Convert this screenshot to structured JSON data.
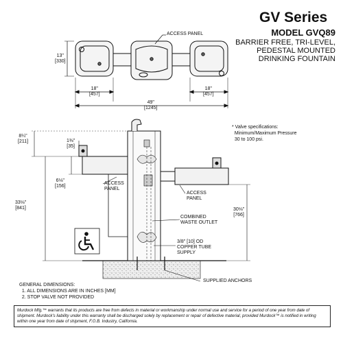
{
  "title": {
    "series": "GV Series",
    "model": "MODEL GVQ89",
    "description": "BARRIER FREE, TRI-LEVEL,\nPEDESTAL MOUNTED\nDRINKING FOUNTAIN"
  },
  "top_view": {
    "access_panel": "ACCESS PANEL",
    "height_dim": "13\"\n[330]",
    "left_width_dim": "18\"\n[457]",
    "right_width_dim": "18\"\n[457]",
    "overall_width_dim": "49\"\n[1245]"
  },
  "side_view": {
    "top_height_dim": "8¼\"\n[211]",
    "bubbler_dim": "1⅜\"\n[35]",
    "bowl_depth_dim": "6⅛\"\n[156]",
    "left_rim_height_dim": "33⅛\"\n[841]",
    "right_rim_height_dim": "30⅛\"\n[766]",
    "access_panel_left": "ACCESS\nPANEL",
    "access_panel_right": "ACCESS\nPANEL",
    "waste_outlet": "COMBINED\nWASTE OUTLET",
    "supply": "3/8\" [10] OD\nCOPPER TUBE\nSUPPLY",
    "anchors": "SUPPLIED ANCHORS"
  },
  "valve_note": "* Valve specifications:\n  Minimum/Maximum Pressure\n  30 to 100 psi.",
  "general_dimensions": "GENERAL DIMENSIONS:\n  1. ALL DIMENSIONS ARE IN INCHES [MM]\n  2. STOP VALVE NOT PROVIDED",
  "warranty": "Murdock Mfg.™ warrants that its products are free from defects in material or workmanship under normal use and service for a period of one year from date of shipment. Murdock's liability under this warranty shall be discharged solely by replacement or repair of defective material, provided Murdock™ is notified in writing within one year from date of shipment, F.O.B. Industry, California.",
  "icons": {
    "accessibility": "wheelchair-icon"
  }
}
